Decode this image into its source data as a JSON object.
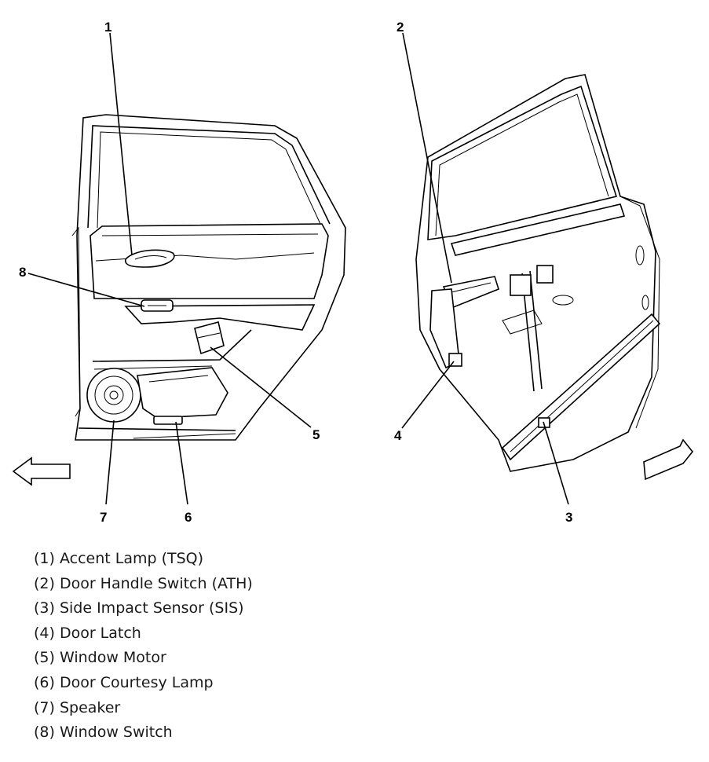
{
  "callouts": [
    "1",
    "2",
    "3",
    "4",
    "5",
    "6",
    "7",
    "8"
  ],
  "legend": [
    "(1) Accent Lamp (TSQ)",
    "(2) Door Handle Switch (ATH)",
    "(3) Side Impact Sensor (SIS)",
    "(4) Door Latch",
    "(5) Window Motor",
    "(6) Door Courtesy Lamp",
    "(7) Speaker",
    "(8) Window Switch"
  ]
}
